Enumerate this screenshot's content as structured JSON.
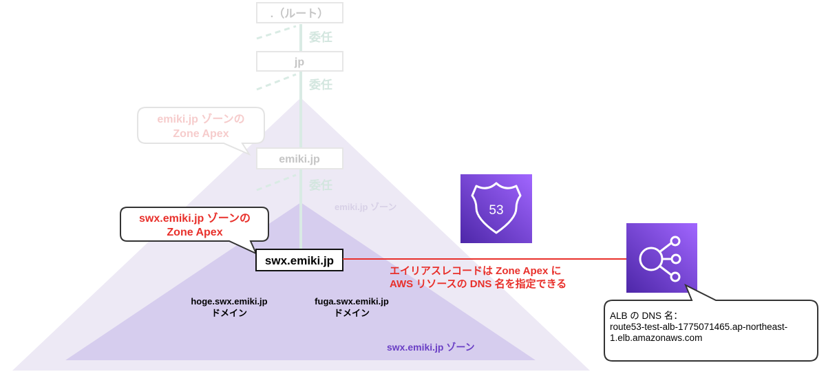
{
  "nodes": {
    "root": ".（ルート）",
    "jp": "jp",
    "emiki": "emiki.jp",
    "swx": "swx.emiki.jp"
  },
  "delegation_label": "委任",
  "callouts": {
    "emiki_apex": [
      "emiki.jp ゾーンの",
      "Zone Apex"
    ],
    "swx_apex": [
      "swx.emiki.jp ゾーンの",
      "Zone Apex"
    ],
    "alb_dns": [
      "ALB の DNS 名：",
      "route53-test-alb-1775071465.ap-northeast-",
      "1.elb.amazonaws.com"
    ]
  },
  "zones": {
    "emiki": "emiki.jp ゾーン",
    "swx": "swx.emiki.jp ゾーン"
  },
  "subdomains": [
    {
      "name": "hoge.swx.emiki.jp",
      "suffix": "ドメイン"
    },
    {
      "name": "fuga.swx.emiki.jp",
      "suffix": "ドメイン"
    }
  ],
  "alias_note": [
    "エイリアスレコードは Zone Apex に",
    "AWS リソースの DNS 名を指定できる"
  ],
  "icons": {
    "route53": {
      "name": "route53-icon",
      "text": "53"
    },
    "alb": {
      "name": "load-balancer-icon"
    }
  },
  "colors": {
    "faded_zone": "#ede9f5",
    "swx_zone": "#d6cdee",
    "delegation": "#d9ebe4",
    "accent_red": "#e8302b",
    "aws_purple": "#7b3ff2",
    "zone_label": "#6a3fc5",
    "faded_text": "#c5c5c5",
    "faded_pink": "#f6cccc"
  }
}
